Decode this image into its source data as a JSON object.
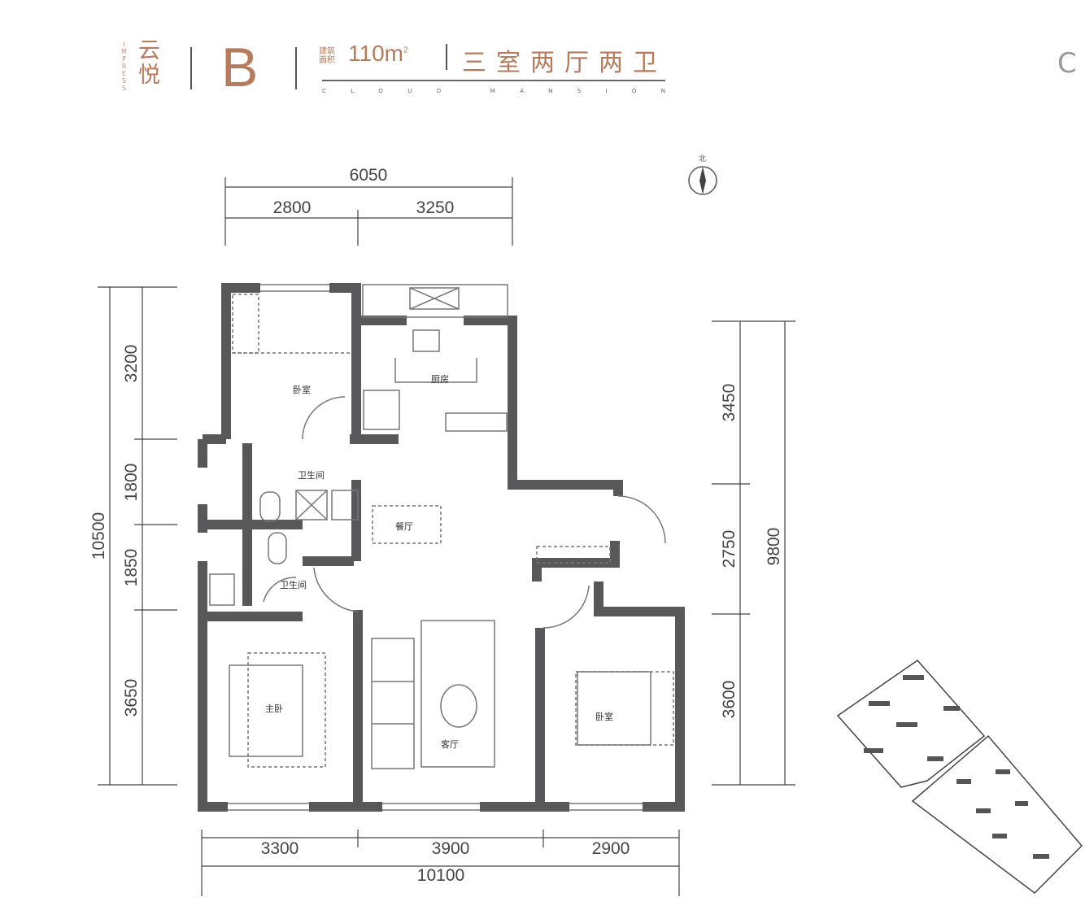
{
  "header": {
    "brand": "云悦",
    "brand_small": "IMPRESS",
    "unit_type": "B",
    "area_label": "建筑面积",
    "area_value": "110m",
    "area_unit_sup": "2",
    "layout": "三室两厅两卫",
    "english_left": [
      "C",
      "L",
      "O",
      "U",
      "D"
    ],
    "english_right": [
      "M",
      "A",
      "N",
      "S",
      "I",
      "O",
      "N"
    ],
    "next_unit_partial": "C"
  },
  "compass": {
    "label": "北"
  },
  "rooms": {
    "bedroom_north": "卧室",
    "kitchen": "厨房",
    "bathroom_1": "卫生间",
    "dining": "餐厅",
    "bathroom_2": "卫生间",
    "master_bedroom": "主卧",
    "living": "客厅",
    "bedroom_south": "卧室"
  },
  "dimensions": {
    "top_total": "6050",
    "top": [
      "2800",
      "3250"
    ],
    "left_total": "10500",
    "left": [
      "3200",
      "1800",
      "1850",
      "3650"
    ],
    "right_total": "9800",
    "right": [
      "3450",
      "2750",
      "3600"
    ],
    "bottom_total": "10100",
    "bottom": [
      "3300",
      "3900",
      "2900"
    ]
  },
  "colors": {
    "accent": "#b87a5c",
    "wall": "#58585a"
  }
}
